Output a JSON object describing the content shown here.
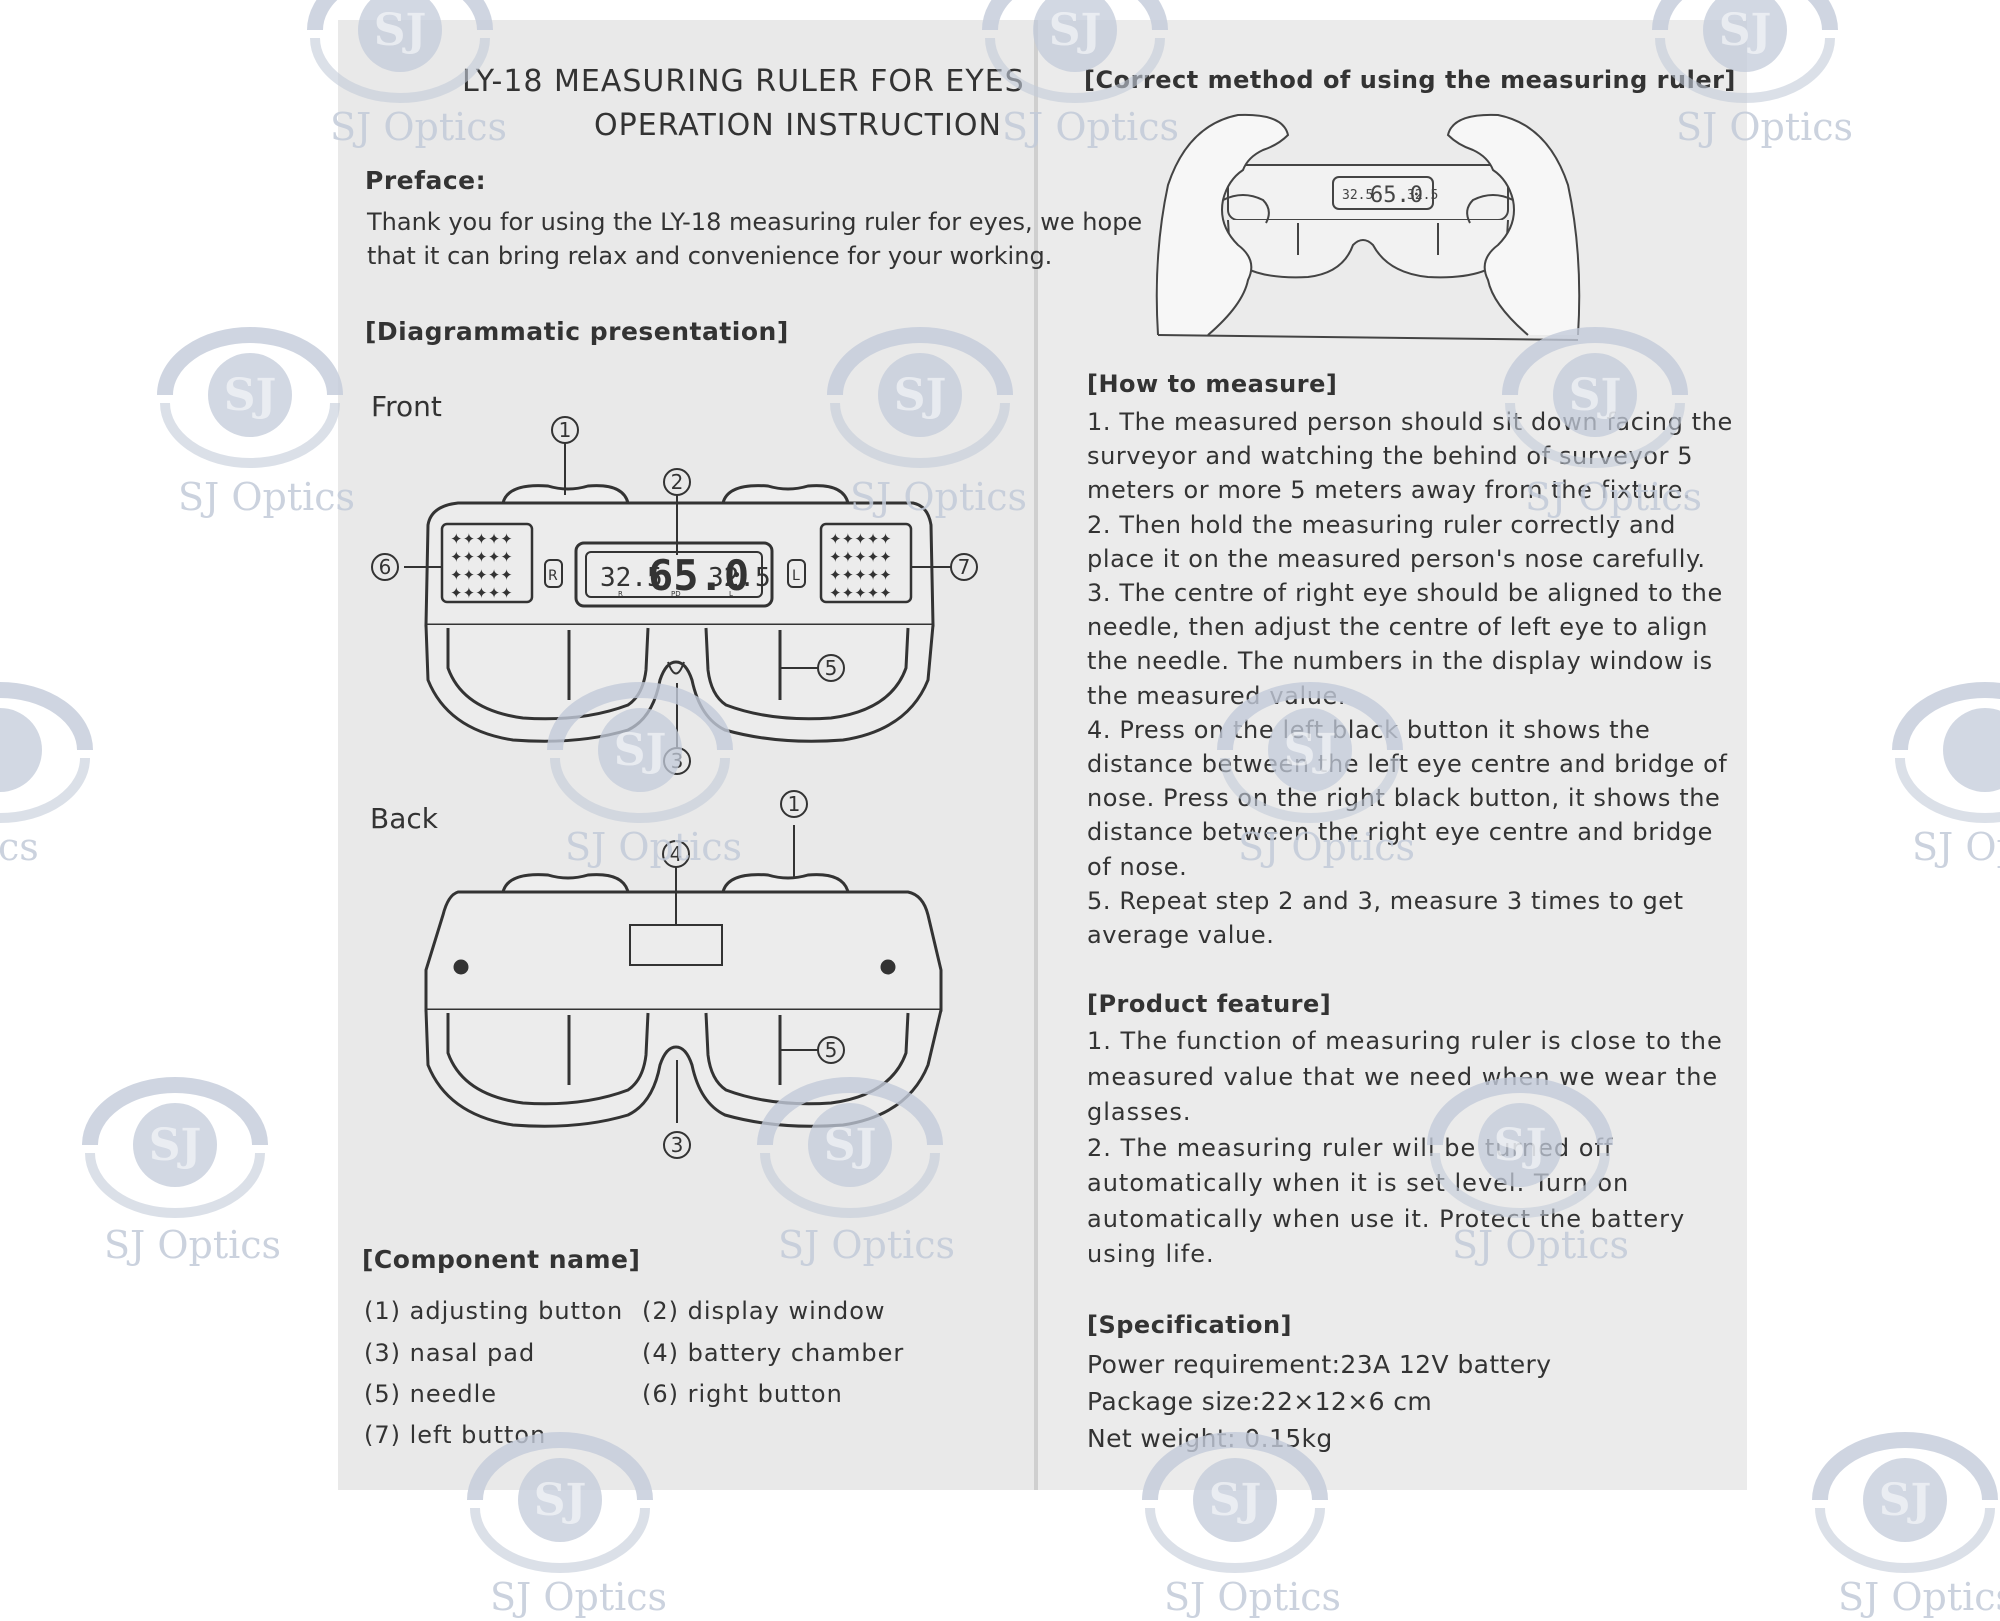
{
  "left_page": {
    "title_line1": "LY-18 MEASURING RULER FOR EYES",
    "title_line2": "OPERATION INSTRUCTION",
    "preface_heading": "Preface:",
    "preface_line1": "Thank you for using the LY-18 measuring ruler for eyes, we hope",
    "preface_line2": "that it can bring relax and convenience for your working.",
    "diagram_heading": "[Diagrammatic presentation]",
    "front_label": "Front",
    "back_label": "Back",
    "display_left": "32.5",
    "display_center": "65.0",
    "display_right": "32.5",
    "display_sub_r": "R",
    "display_sub_pd": "PD",
    "display_sub_l": "L",
    "button_r": "R",
    "button_l": "L",
    "callouts": {
      "c1": "1",
      "c2": "2",
      "c3": "3",
      "c4": "4",
      "c5": "5",
      "c6": "6",
      "c7": "7"
    },
    "component_heading": "[Component name]",
    "components": [
      "(1) adjusting button",
      "(2) display window",
      "(3) nasal pad",
      "(4) battery chamber",
      "(5) needle",
      "(6) right button",
      "(7) left button"
    ]
  },
  "right_page": {
    "correct_method_heading": "[Correct method of using the measuring ruler]",
    "how_heading": "[How to measure]",
    "how_steps": [
      "1. The measured person should sit down facing the",
      "surveyor and watching the behind of surveyor 5",
      "meters or more 5 meters away from the fixture.",
      "2. Then hold the measuring ruler correctly and",
      "place it on the measured person's nose carefully.",
      "3. The centre of right eye should be aligned to the",
      "needle, then adjust the centre of left eye to align",
      "the needle. The numbers in the display window is",
      "the measured value.",
      "4. Press on the left black button it shows the",
      "distance between the left eye centre and bridge of",
      "nose. Press on the right black button, it shows the",
      "distance between the right eye centre and bridge",
      "of nose.",
      "5. Repeat step 2 and 3, measure 3 times to get",
      "average value."
    ],
    "feature_heading": "[Product feature]",
    "feature_lines": [
      "1. The function of measuring ruler is close to the",
      "measured value that we need when we wear the",
      "glasses.",
      "2. The measuring ruler will be turned off",
      "automatically when it is set level. Turn on",
      "automatically when use it. Protect the battery",
      "using life."
    ],
    "spec_heading": "[Specification]",
    "spec_lines": [
      "Power requirement:23A 12V battery",
      "Package size:22×12×6 cm",
      "Net weight: 0.15kg"
    ]
  },
  "watermark": {
    "text": "SJ Optics",
    "logo_letters": "SJ",
    "cut_text_left": "cs",
    "cut_text_right": "SJ Op",
    "color": "#c3cbd9"
  }
}
